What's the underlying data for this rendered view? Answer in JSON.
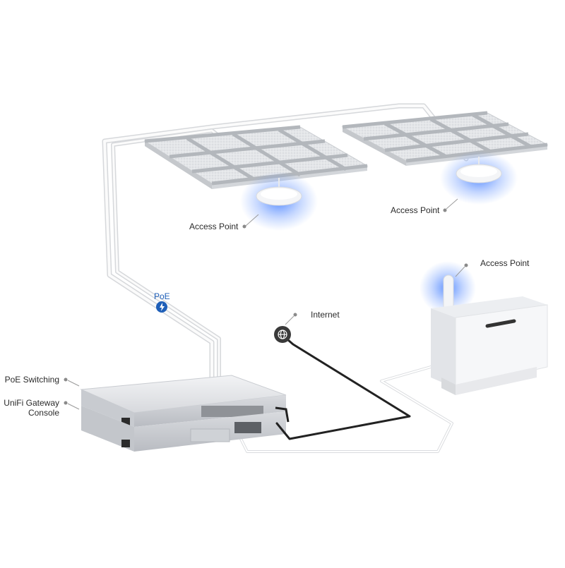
{
  "labels": {
    "access_point_left": "Access Point",
    "access_point_right": "Access Point",
    "access_point_box": "Access Point",
    "internet": "Internet",
    "poe": "PoE",
    "poe_switching": "PoE Switching",
    "gateway_line1": "UniFi Gateway",
    "gateway_line2": "Console"
  },
  "colors": {
    "ap_glow": "#3d7bff",
    "poe_badge": "#1f5fb8",
    "cable_light": "#e6e6e6",
    "cable_dark": "#222222"
  },
  "icons": {
    "poe_badge": "lightning-icon",
    "internet_badge": "globe-icon"
  }
}
